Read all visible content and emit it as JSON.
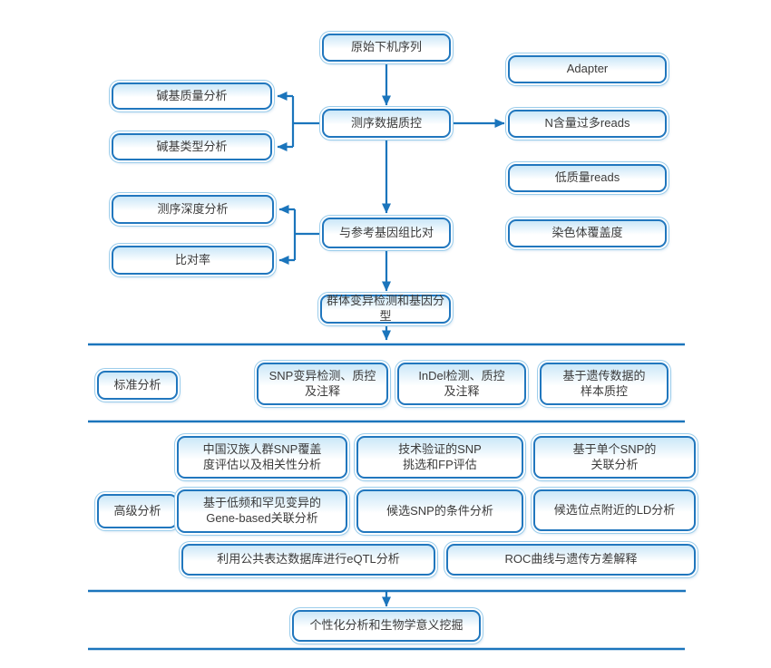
{
  "colors": {
    "accent": "#1B75BC",
    "box_border": "#2177BE",
    "box_highlight": "#CBE7F8",
    "text": "#3b3b3b"
  },
  "nodes": {
    "raw": "原始下机序列",
    "qc": "测序数据质控",
    "base_quality": "碱基质量分析",
    "base_type": "碱基类型分析",
    "adapter": "Adapter",
    "n_reads": "N含量过多reads",
    "low_quality": "低质量reads",
    "chr_coverage": "染色体覆盖度",
    "align": "与参考基因组比对",
    "depth": "测序深度分析",
    "map_rate": "比对率",
    "variant": "群体变异检测和基因分型",
    "std_label": "标准分析",
    "snp": "SNP变异检测、质控\n及注释",
    "indel": "InDel检测、质控\n及注释",
    "sample_qc": "基于遗传数据的\n样本质控",
    "han_snp": "中国汉族人群SNP覆盖\n度评估以及相关性分析",
    "tech_snp": "技术验证的SNP\n挑选和FP评估",
    "single_snp": "基于单个SNP的\n关联分析",
    "adv_label": "高级分析",
    "gene_based": "基于低频和罕见变异的\nGene-based关联分析",
    "cond_snp": "候选SNP的条件分析",
    "ld": "候选位点附近的LD分析",
    "eqtl": "利用公共表达数据库进行eQTL分析",
    "roc": "ROC曲线与遗传方差解释",
    "final": "个性化分析和生物学意义挖掘"
  }
}
